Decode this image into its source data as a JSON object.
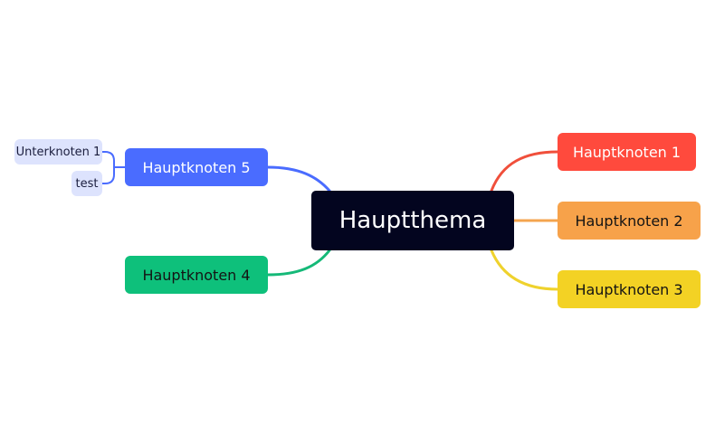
{
  "mindmap": {
    "central": {
      "label": "Hauptthema",
      "color": "#03051f"
    },
    "branches": [
      {
        "label": "Hauptknoten 1",
        "color": "#ff4a3d",
        "line_color": "#f04f3b",
        "side": "right",
        "children": []
      },
      {
        "label": "Hauptknoten 2",
        "color": "#f7a24a",
        "line_color": "#f4a54f",
        "side": "right",
        "children": []
      },
      {
        "label": "Hauptknoten 3",
        "color": "#f3d224",
        "line_color": "#efd22d",
        "side": "right",
        "children": []
      },
      {
        "label": "Hauptknoten 4",
        "color": "#0ec07b",
        "line_color": "#15b978",
        "side": "left",
        "children": []
      },
      {
        "label": "Hauptknoten 5",
        "color": "#4a6cff",
        "line_color": "#4a6cff",
        "side": "left",
        "children": [
          {
            "label": "Unterknoten 1",
            "color": "#dde3fd"
          },
          {
            "label": "test",
            "color": "#dde3fd"
          }
        ]
      }
    ]
  }
}
